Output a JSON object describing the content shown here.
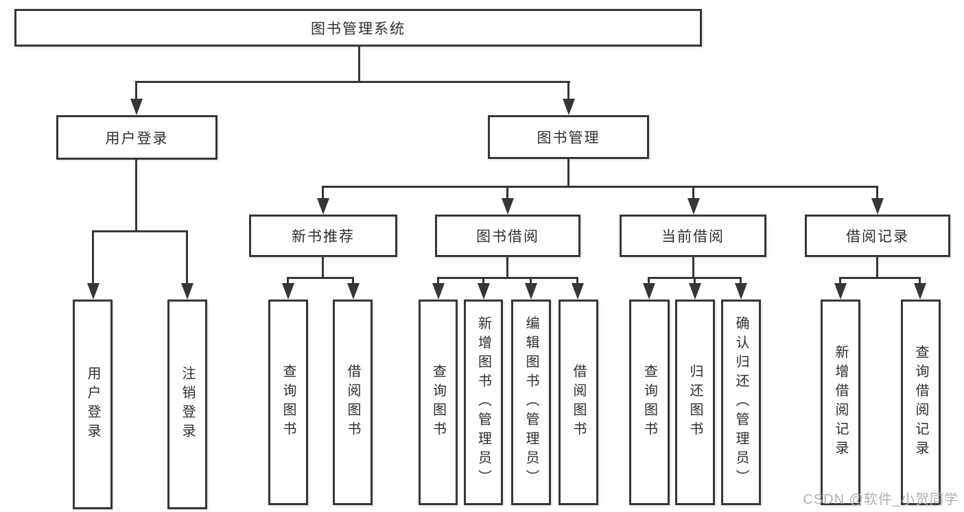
{
  "tree": {
    "label": "图书管理系统",
    "children": [
      {
        "label": "用户登录",
        "children": [
          {
            "label": "用户登录"
          },
          {
            "label": "注销登录"
          }
        ]
      },
      {
        "label": "图书管理",
        "children": [
          {
            "label": "新书推荐",
            "children": [
              {
                "label": "查询图书"
              },
              {
                "label": "借阅图书"
              }
            ]
          },
          {
            "label": "图书借阅",
            "children": [
              {
                "label": "查询图书"
              },
              {
                "label": "新增图书（管理员）"
              },
              {
                "label": "编辑图书（管理员）"
              },
              {
                "label": "借阅图书"
              }
            ]
          },
          {
            "label": "当前借阅",
            "children": [
              {
                "label": "查询图书"
              },
              {
                "label": "归还图书"
              },
              {
                "label": "确认归还（管理员）"
              }
            ]
          },
          {
            "label": "借阅记录",
            "children": [
              {
                "label": "新增借阅记录"
              },
              {
                "label": "查询借阅记录"
              }
            ]
          }
        ]
      }
    ]
  },
  "watermark": {
    "text": "CSDN @软件_小贺同学"
  },
  "colors": {
    "line": "#363636",
    "text": "#2e2e2e",
    "watermark": "#b0b0b0",
    "background": "#ffffff"
  }
}
